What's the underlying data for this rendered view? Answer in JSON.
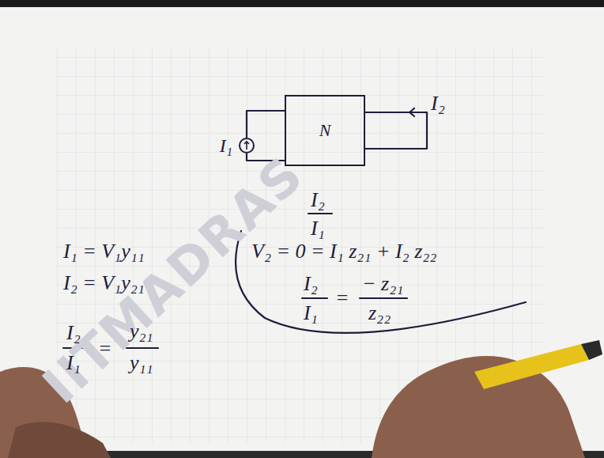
{
  "diagram": {
    "nodes": [
      {
        "text": [
          "I₁"
        ]
      },
      {
        "text": [
          "N"
        ]
      }
    ],
    "edges": [
      {
        "from": 0,
        "to": 1,
        "arrow": "none"
      },
      {
        "from": 0,
        "to": 1,
        "arrow": "none"
      }
    ],
    "labels": [
      "I₂",
      "I₂",
      "I₁",
      "V₂ = 0 = I₁ z₂₁ + I₂ z₂₂",
      "I₂",
      "I₁",
      "=",
      "− z₂₁",
      "z₂₂",
      "I₁ = V₁y₁₁",
      "I₂ = V₁y₂₁",
      "I₂",
      "I₁",
      "=",
      "y₂₁",
      "y₁₁",
      "IITMADRAS"
    ]
  }
}
